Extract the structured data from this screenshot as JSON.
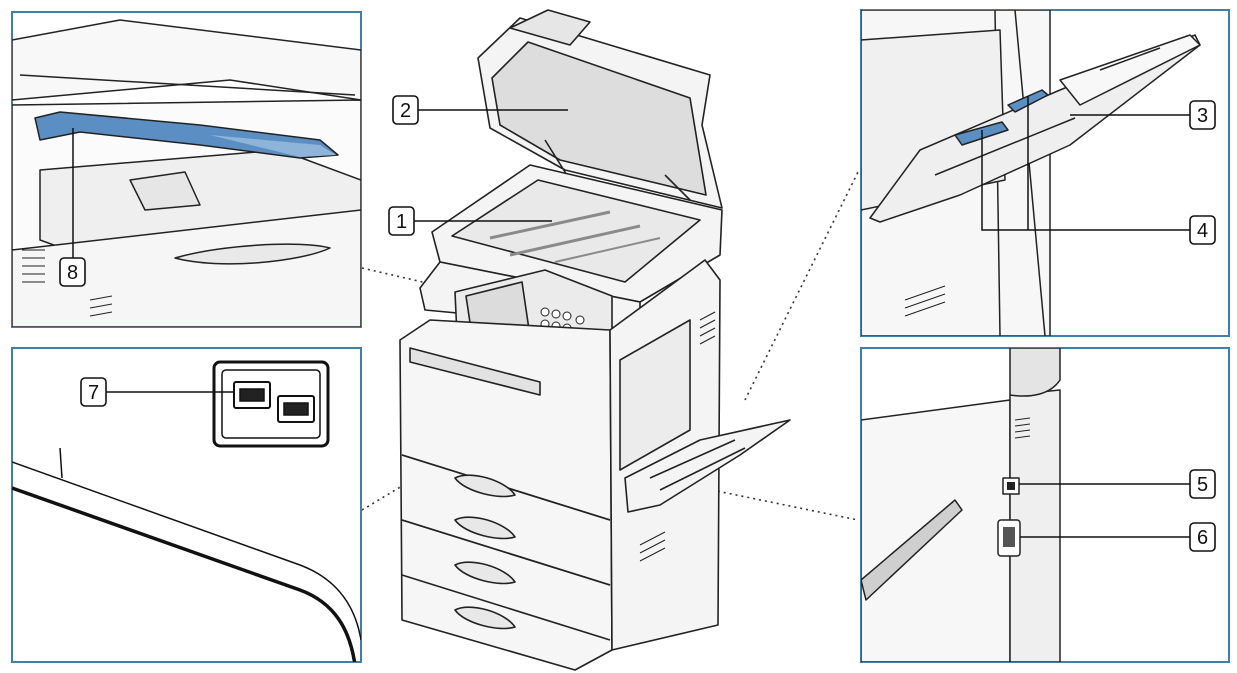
{
  "diagram": {
    "callouts": [
      {
        "id": "1",
        "label": "1"
      },
      {
        "id": "2",
        "label": "2"
      },
      {
        "id": "3",
        "label": "3"
      },
      {
        "id": "4",
        "label": "4"
      },
      {
        "id": "5",
        "label": "5"
      },
      {
        "id": "6",
        "label": "6"
      },
      {
        "id": "7",
        "label": "7"
      },
      {
        "id": "8",
        "label": "8"
      }
    ],
    "colors": {
      "panel_border": "#3f7fa8",
      "highlight_blue": "#5b8fc4",
      "line": "#222222",
      "machine_fill": "#f4f4f4"
    }
  }
}
